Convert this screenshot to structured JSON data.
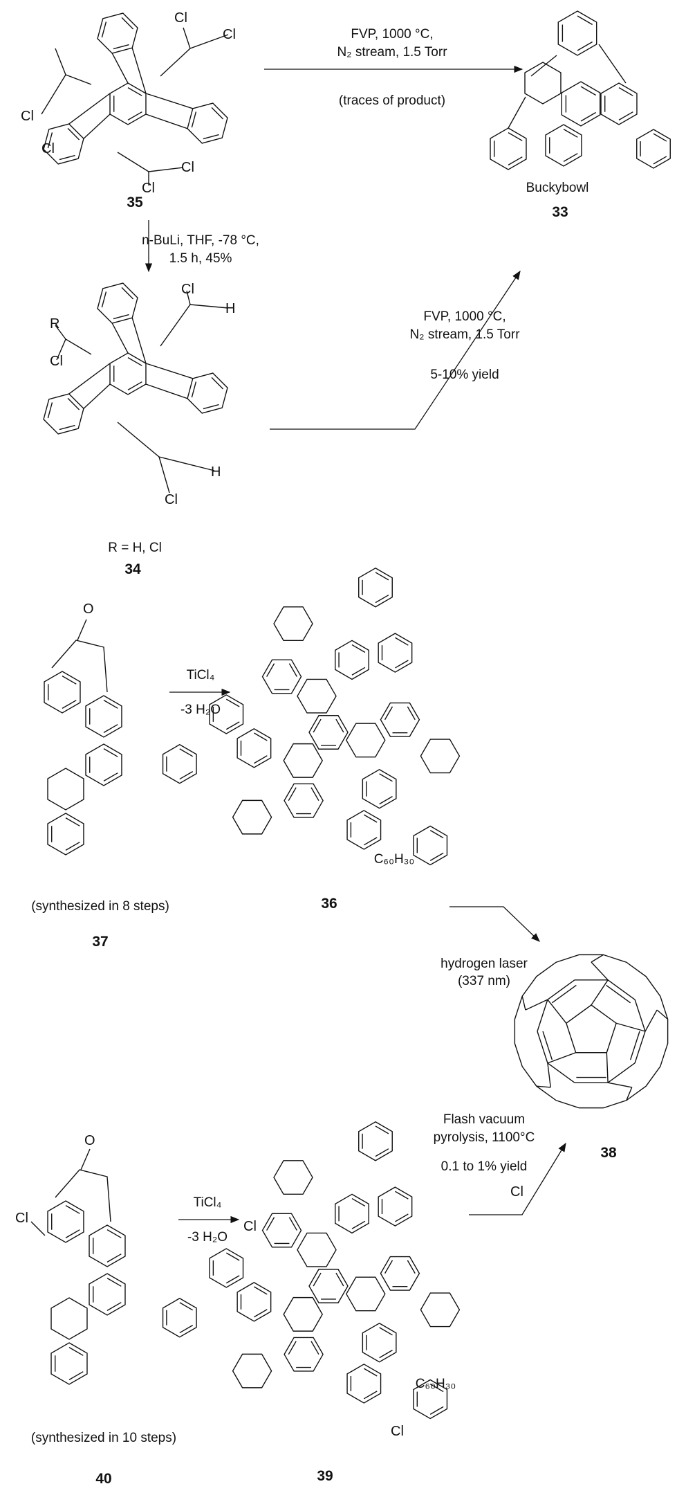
{
  "reaction_1": {
    "line1": "FVP, 1000 °C,",
    "line2": "N₂ stream, 1.5 Torr",
    "note": "(traces of product)"
  },
  "reaction_2": {
    "line1": "n-BuLi, THF, -78 °C,",
    "line2": "1.5 h, 45%"
  },
  "reaction_3": {
    "line1": "FVP, 1000 °C,",
    "line2": "N₂ stream, 1.5 Torr",
    "yield": "5-10% yield"
  },
  "reaction_4": {
    "reagent": "TiCl₄",
    "byproduct": "-3 H₂O"
  },
  "reaction_5": {
    "line1": "hydrogen laser",
    "line2": "(337 nm)"
  },
  "reaction_6": {
    "line1": "Flash vacuum",
    "line2": "pyrolysis, 1100°C",
    "yield": "0.1 to 1% yield"
  },
  "reaction_7": {
    "reagent": "TiCl₄",
    "byproduct": "-3 H₂O"
  },
  "compounds": {
    "c35": {
      "number": "35",
      "atoms": [
        "Cl",
        "Cl",
        "Cl",
        "Cl",
        "Cl",
        "Cl"
      ]
    },
    "c33": {
      "number": "33",
      "name": "Buckybowl"
    },
    "c34": {
      "number": "34",
      "substituent": "R = H, Cl",
      "atoms": [
        "R",
        "Cl",
        "Cl",
        "H",
        "H",
        "Cl"
      ]
    },
    "c37": {
      "number": "37",
      "note": "(synthesized in 8 steps)",
      "atoms": [
        "O"
      ]
    },
    "c36": {
      "number": "36",
      "formula": "C₆₀H₃₀"
    },
    "c38": {
      "number": "38"
    },
    "c40": {
      "number": "40",
      "note": "(synthesized in 10 steps)",
      "atoms": [
        "O",
        "Cl"
      ]
    },
    "c39": {
      "number": "39",
      "formula": "C₆₀H₃₀",
      "atoms": [
        "Cl",
        "Cl",
        "Cl"
      ]
    }
  }
}
